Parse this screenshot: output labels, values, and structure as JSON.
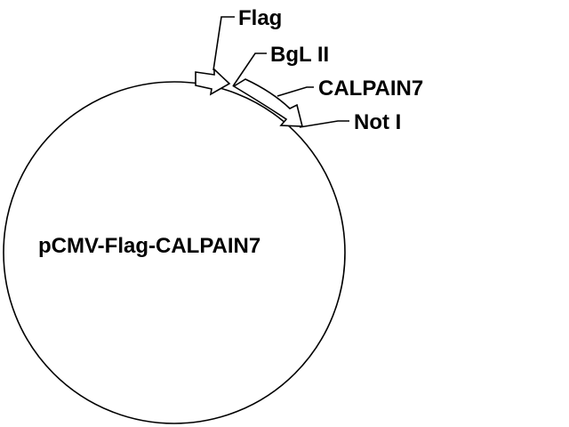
{
  "plasmid": {
    "name": "pCMV-Flag-CALPAIN7"
  },
  "features": {
    "flag": "Flag",
    "bgl2": "BgL II",
    "calpain7": "CALPAIN7",
    "not1": "Not I"
  },
  "colors": {
    "line": "#000000",
    "background": "#ffffff"
  }
}
